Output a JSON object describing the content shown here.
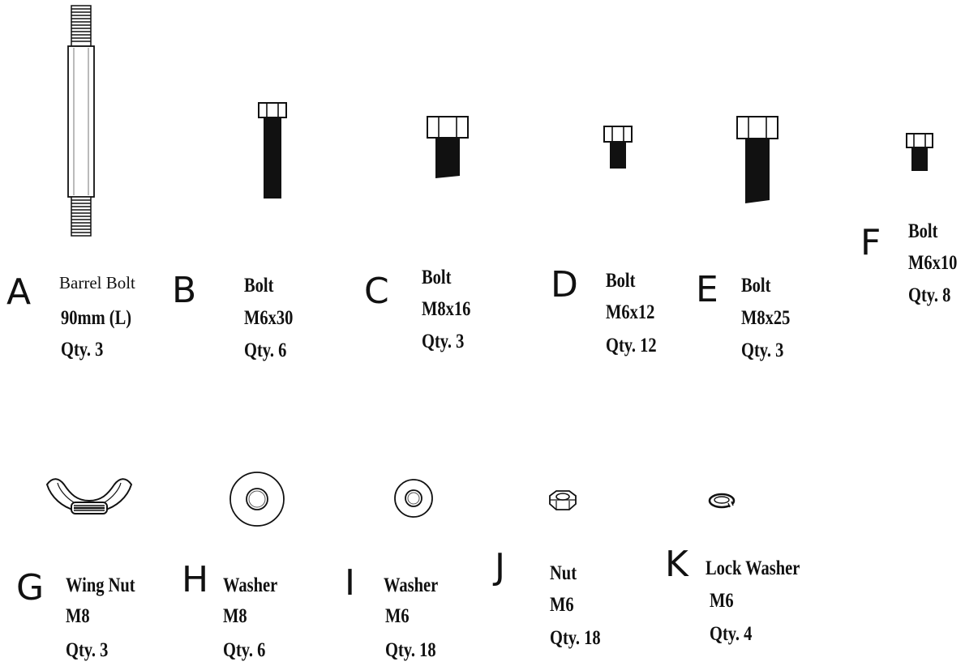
{
  "parts": [
    {
      "letter": "A",
      "lines": [
        "Barrel Bolt",
        "90mm (L)",
        "Qty. 3"
      ],
      "icon": "barrel-bolt-icon"
    },
    {
      "letter": "B",
      "lines": [
        "Bolt",
        "M6x30",
        "Qty. 6"
      ],
      "icon": "bolt-m6x30-icon"
    },
    {
      "letter": "C",
      "lines": [
        "Bolt",
        "M8x16",
        "Qty. 3"
      ],
      "icon": "bolt-m8x16-icon"
    },
    {
      "letter": "D",
      "lines": [
        "Bolt",
        "M6x12",
        "Qty. 12"
      ],
      "icon": "bolt-m6x12-icon"
    },
    {
      "letter": "E",
      "lines": [
        "Bolt",
        "M8x25",
        "Qty. 3"
      ],
      "icon": "bolt-m8x25-icon"
    },
    {
      "letter": "F",
      "lines": [
        "Bolt",
        "M6x10",
        "Qty. 8"
      ],
      "icon": "bolt-m6x10-icon"
    },
    {
      "letter": "G",
      "lines": [
        "Wing Nut",
        "M8",
        "Qty. 3"
      ],
      "icon": "wing-nut-icon"
    },
    {
      "letter": "H",
      "lines": [
        "Washer",
        "M8",
        "Qty. 6"
      ],
      "icon": "washer-m8-icon"
    },
    {
      "letter": "I",
      "lines": [
        "Washer",
        "M6",
        "Qty. 18"
      ],
      "icon": "washer-m6-icon"
    },
    {
      "letter": "J",
      "lines": [
        "Nut",
        "M6",
        "Qty. 18"
      ],
      "icon": "hex-nut-icon"
    },
    {
      "letter": "K",
      "lines": [
        "Lock Washer",
        "M6",
        "Qty. 4"
      ],
      "icon": "lock-washer-icon"
    }
  ]
}
